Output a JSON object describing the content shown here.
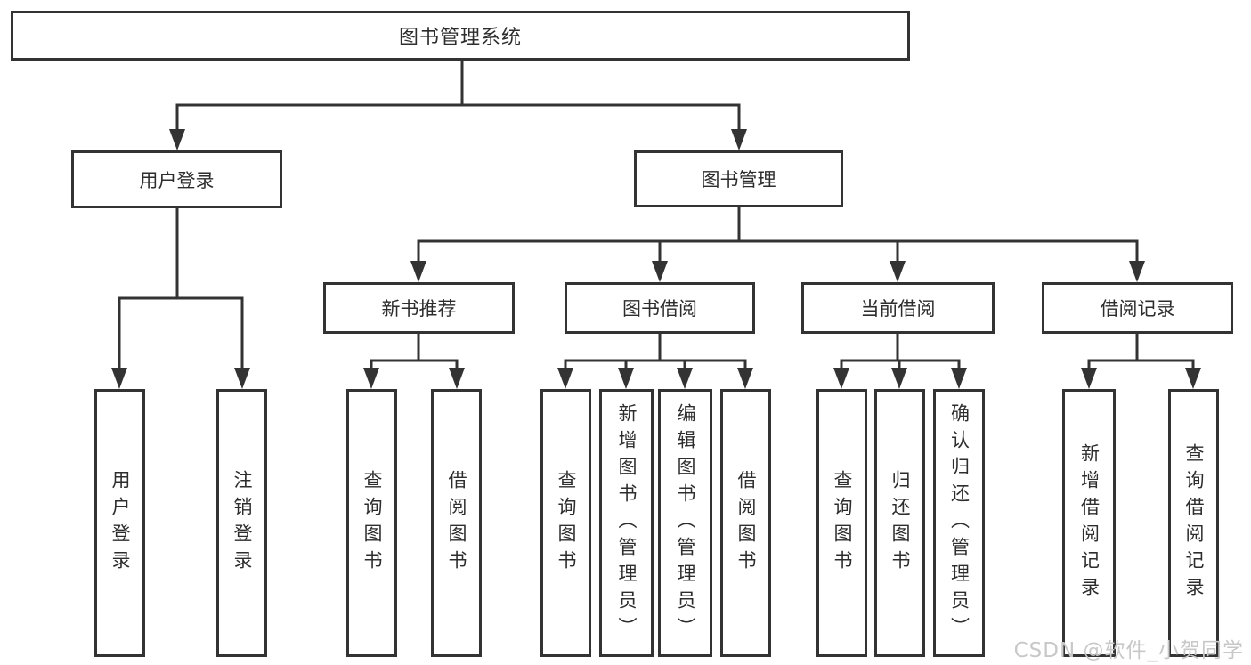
{
  "tree": {
    "label": "图书管理系统",
    "children": [
      {
        "label": "用户登录",
        "children": [
          {
            "label": "用户登录"
          },
          {
            "label": "注销登录"
          }
        ]
      },
      {
        "label": "图书管理",
        "children": [
          {
            "label": "新书推荐",
            "children": [
              {
                "label": "查询图书"
              },
              {
                "label": "借阅图书"
              }
            ]
          },
          {
            "label": "图书借阅",
            "children": [
              {
                "label": "查询图书"
              },
              {
                "label": "新增图书（管理员）"
              },
              {
                "label": "编辑图书（管理员）"
              },
              {
                "label": "借阅图书"
              }
            ]
          },
          {
            "label": "当前借阅",
            "children": [
              {
                "label": "查询图书"
              },
              {
                "label": "归还图书"
              },
              {
                "label": "确认归还（管理员）"
              }
            ]
          },
          {
            "label": "借阅记录",
            "children": [
              {
                "label": "新增借阅记录"
              },
              {
                "label": "查询借阅记录"
              }
            ]
          }
        ]
      }
    ]
  },
  "watermark": {
    "text": "CSDN @软件_小贺同学"
  },
  "colors": {
    "line": "#333333",
    "text": "#2d2d2d",
    "node_fill": "#ffffff",
    "background": "#ffffff",
    "watermark": "#c8c8c8"
  }
}
